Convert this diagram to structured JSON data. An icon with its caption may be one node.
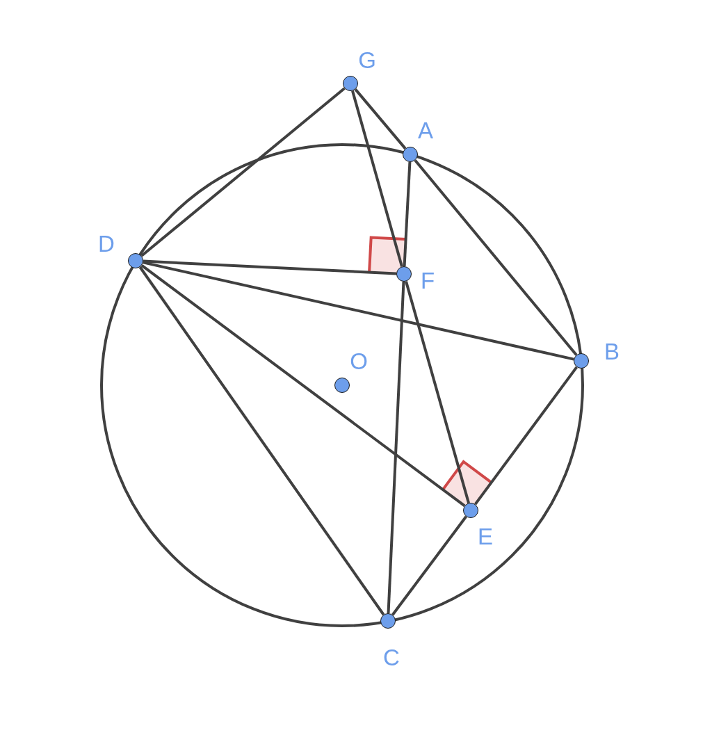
{
  "diagram": {
    "nodes": [
      {
        "text": [],
        "shape": "circle",
        "beside": [
          "G"
        ]
      },
      {
        "text": [],
        "shape": "circle",
        "beside": [
          "A"
        ]
      },
      {
        "text": [],
        "shape": "circle",
        "beside": [
          "D"
        ]
      },
      {
        "text": [],
        "shape": "circle",
        "beside": [
          "F"
        ]
      },
      {
        "text": [],
        "shape": "circle",
        "beside": [
          "O"
        ]
      },
      {
        "text": [],
        "shape": "circle",
        "beside": [
          "B"
        ]
      },
      {
        "text": [],
        "shape": "circle",
        "beside": [
          "E"
        ]
      },
      {
        "text": [],
        "shape": "circle",
        "beside": [
          "C"
        ]
      }
    ],
    "edges": [
      {
        "from": 2,
        "to": 0,
        "arrow": "none"
      },
      {
        "from": 0,
        "to": 1,
        "arrow": "none"
      },
      {
        "from": 0,
        "to": 3,
        "arrow": "none"
      },
      {
        "from": 3,
        "to": 6,
        "arrow": "none"
      },
      {
        "from": 1,
        "to": 3,
        "arrow": "none"
      },
      {
        "from": 3,
        "to": 7,
        "arrow": "none"
      },
      {
        "from": 1,
        "to": 5,
        "arrow": "none"
      },
      {
        "from": 2,
        "to": 3,
        "arrow": "none"
      },
      {
        "from": 2,
        "to": 5,
        "arrow": "none"
      },
      {
        "from": 2,
        "to": 6,
        "arrow": "none"
      },
      {
        "from": 2,
        "to": 7,
        "arrow": "none"
      },
      {
        "from": 7,
        "to": 6,
        "arrow": "none"
      },
      {
        "from": 6,
        "to": 5,
        "arrow": "none"
      }
    ]
  }
}
